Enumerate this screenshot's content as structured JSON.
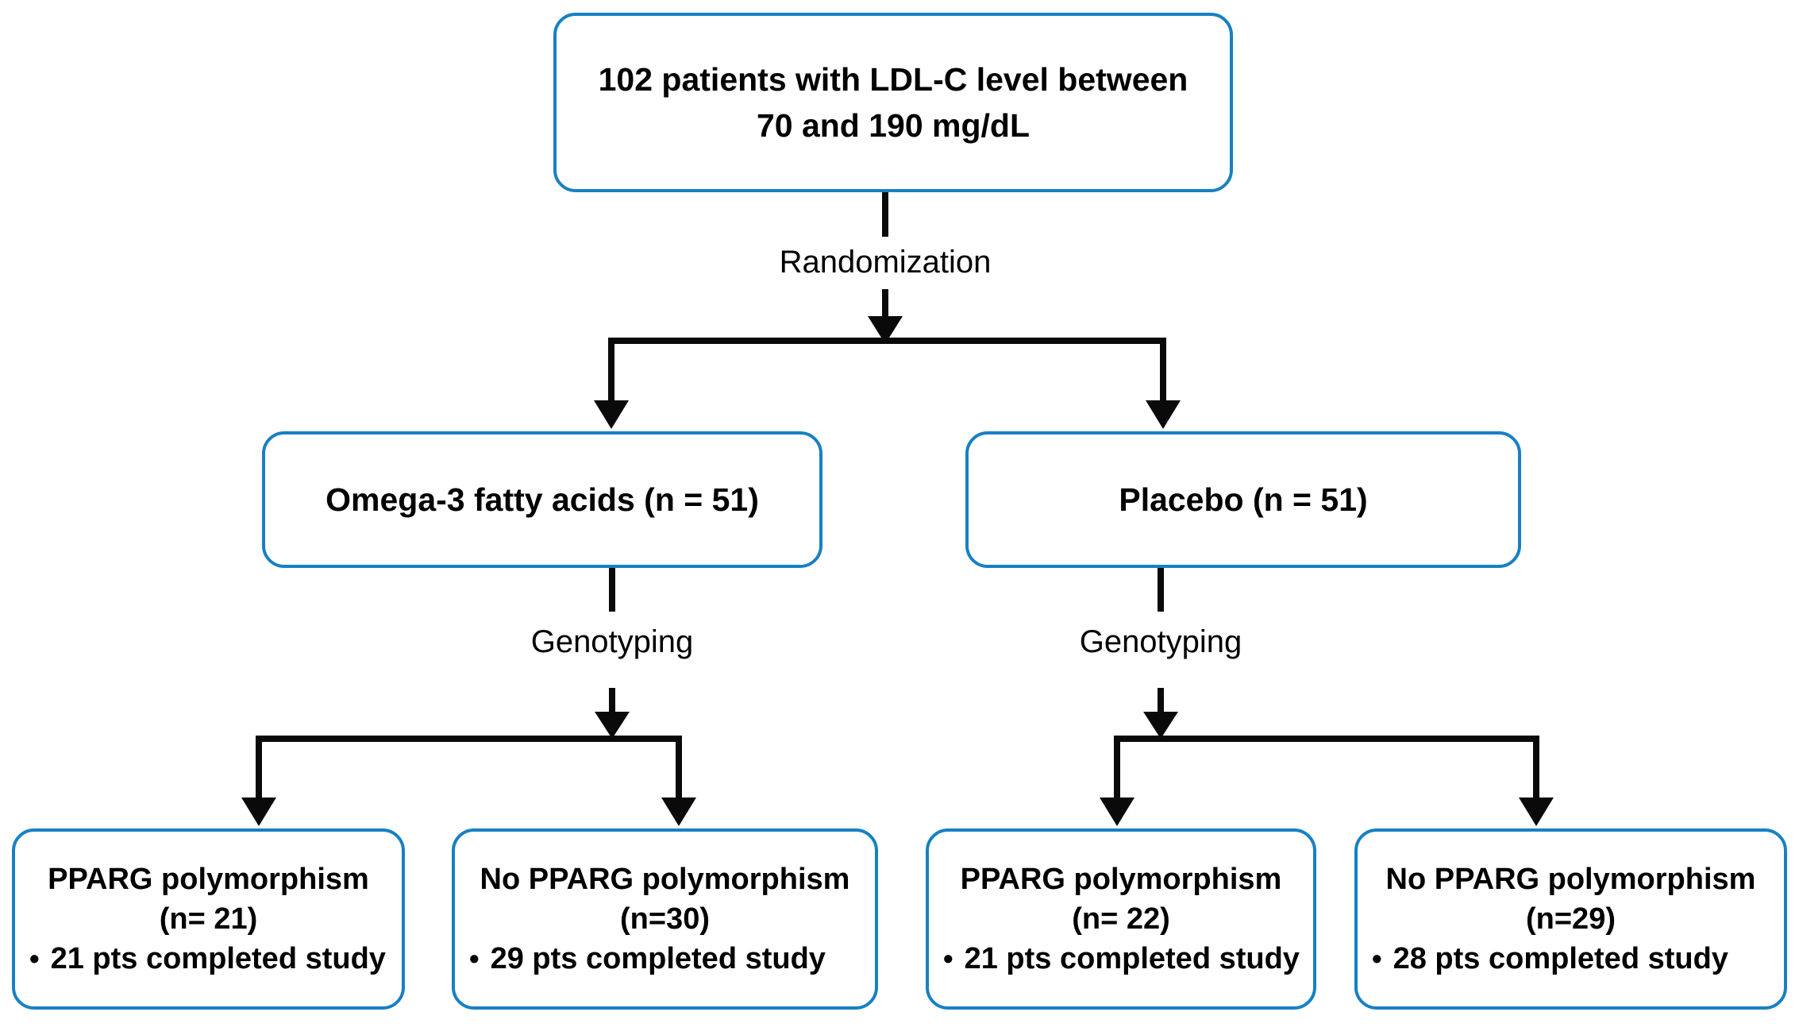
{
  "colors": {
    "box_border": "#1780c3",
    "connector": "#0a0a0a",
    "text": "#000000",
    "background": "#ffffff"
  },
  "nodes": {
    "enrollment": {
      "lines": [
        "102 patients with LDL-C level between",
        "70 and 190 mg/dL"
      ]
    },
    "omega3": {
      "label": "Omega-3 fatty acids (n = 51)"
    },
    "placebo": {
      "label": "Placebo (n = 51)"
    },
    "outcomes": [
      {
        "title": "PPARG polymorphism",
        "n": "(n= 21)",
        "bullet": "•",
        "detail": "21 pts completed study"
      },
      {
        "title": "No PPARG polymorphism",
        "n": "(n=30)",
        "bullet": "•",
        "detail": "29 pts completed study"
      },
      {
        "title": "PPARG polymorphism",
        "n": "(n= 22)",
        "bullet": "•",
        "detail": "21 pts completed study"
      },
      {
        "title": "No PPARG polymorphism",
        "n": "(n=29)",
        "bullet": "•",
        "detail": "28 pts completed study"
      }
    ]
  },
  "labels": {
    "randomization": "Randomization",
    "genotyping_left": "Genotyping",
    "genotyping_right": "Genotyping"
  }
}
